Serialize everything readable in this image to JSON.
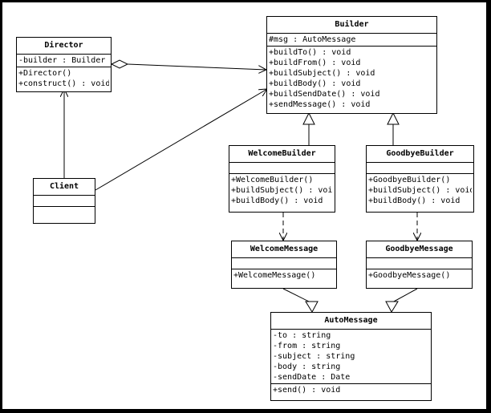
{
  "diagram": {
    "classes": {
      "builder": {
        "name": "Builder",
        "attributes": [
          "#msg : AutoMessage"
        ],
        "operations": [
          "+buildTo() : void",
          "+buildFrom() : void",
          "+buildSubject() : void",
          "+buildBody() : void",
          "+buildSendDate() : void",
          "+sendMessage() : void"
        ]
      },
      "director": {
        "name": "Director",
        "attributes": [
          "-builder : Builder"
        ],
        "operations": [
          "+Director()",
          "+construct() : void"
        ]
      },
      "client": {
        "name": "Client",
        "attributes": [],
        "operations": []
      },
      "welcome_builder": {
        "name": "WelcomeBuilder",
        "attributes": [],
        "operations": [
          "+WelcomeBuilder()",
          "+buildSubject() : void",
          "+buildBody() : void"
        ]
      },
      "goodbye_builder": {
        "name": "GoodbyeBuilder",
        "attributes": [],
        "operations": [
          "+GoodbyeBuilder()",
          "+buildSubject() : void",
          "+buildBody() : void"
        ]
      },
      "welcome_message": {
        "name": "WelcomeMessage",
        "attributes": [],
        "operations": [
          "+WelcomeMessage()"
        ]
      },
      "goodbye_message": {
        "name": "GoodbyeMessage",
        "attributes": [],
        "operations": [
          "+GoodbyeMessage()"
        ]
      },
      "auto_message": {
        "name": "AutoMessage",
        "attributes": [
          "-to : string",
          "-from : string",
          "-subject : string",
          "-body : string",
          "-sendDate : Date"
        ],
        "operations": [
          "+send() : void"
        ]
      }
    }
  }
}
